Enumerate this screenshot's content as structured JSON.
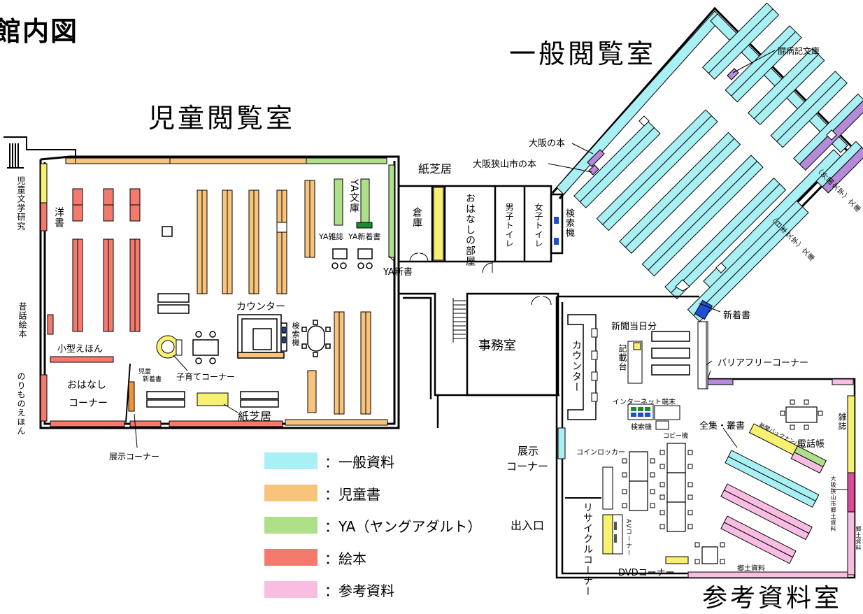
{
  "header": {
    "title": "館内図"
  },
  "rooms": {
    "children_reading": "児童閲覧室",
    "general_reading": "一般閲覧室",
    "reference": "参考資料室",
    "office": "事務室",
    "storage": "倉庫",
    "storytelling_room": "おはなしの部屋",
    "mens_toilet": "男子トイレ",
    "womens_toilet": "女子トイレ"
  },
  "labels": {
    "kamishibai_top": "紙芝居",
    "kamishibai_bottom": "紙芝居",
    "ya_bunko": "YA文庫",
    "ya_magazines": "YA雑誌",
    "ya_new_books_top": "YA新着書",
    "ya_new_books": "YA新書",
    "children_literature": "児童文学研究",
    "western_books": "洋書",
    "folktale_picturebooks": "昔話絵本",
    "small_picturebooks": "小型えほん",
    "vehicle_picturebooks": "のりものえほん",
    "storytelling_corner_1": "おはなし",
    "storytelling_corner_2": "コーナー",
    "children_new_books_1": "児童",
    "children_new_books_2": "新着書",
    "exhibition_corner_children": "展示コーナー",
    "counter_children": "カウンター",
    "search_kiosk_children": "検索機",
    "childcare_corner": "子育てコーナー",
    "search_kiosk_top": "検索機",
    "osaka_books": "大阪の本",
    "osakasayama_books": "大阪狭山市の本",
    "illness_memoir_library": "闘病記文庫",
    "foreign_literature": "（外国文学）文庫",
    "japanese_literature": "（日本文学）文庫",
    "new_arrivals": "新着書",
    "newspaper_today": "新聞当日分",
    "writing_desk": "記載台",
    "barrier_free_corner": "バリアフリーコーナー",
    "counter_main": "カウンター",
    "internet_terminal": "インターネット端末",
    "search_kiosk_main": "検索機",
    "copier": "コピー機",
    "complete_works": "全集・叢書",
    "newspaper_back_numbers": "新聞バックナンバー",
    "phone_books": "電話帳",
    "magazines": "雑誌",
    "osakasayama_local": "大阪狭山市郷土資料",
    "local_materials_side": "郷土資料",
    "local_materials_bottom": "郷土資料",
    "exhibition_corner_1": "展示",
    "exhibition_corner_2": "コーナー",
    "coin_lockers": "コインロッカー",
    "entrance": "出入口",
    "recycle_corner": "リサイクルコーナー",
    "av_corner": "AVコーナー",
    "dvd_corner": "DVDコーナー"
  },
  "legend": [
    {
      "label": "：一般資料",
      "color": "#a8f0f4"
    },
    {
      "label": "：児童書",
      "color": "#f8c47c"
    },
    {
      "label": "：YA（ヤングアダルト）",
      "color": "#aee08a"
    },
    {
      "label": "：絵本",
      "color": "#f47a6e"
    },
    {
      "label": "：参考資料",
      "color": "#f8bde0"
    }
  ],
  "colors": {
    "general": "#a8f0f4",
    "children": "#f8c47c",
    "ya": "#aee08a",
    "picture": "#f47a6e",
    "reference": "#f8bde0",
    "purple": "#b58ad8",
    "yellow": "#f8f070",
    "blue": "#1f4fd0",
    "green_dark": "#1a8a30"
  }
}
